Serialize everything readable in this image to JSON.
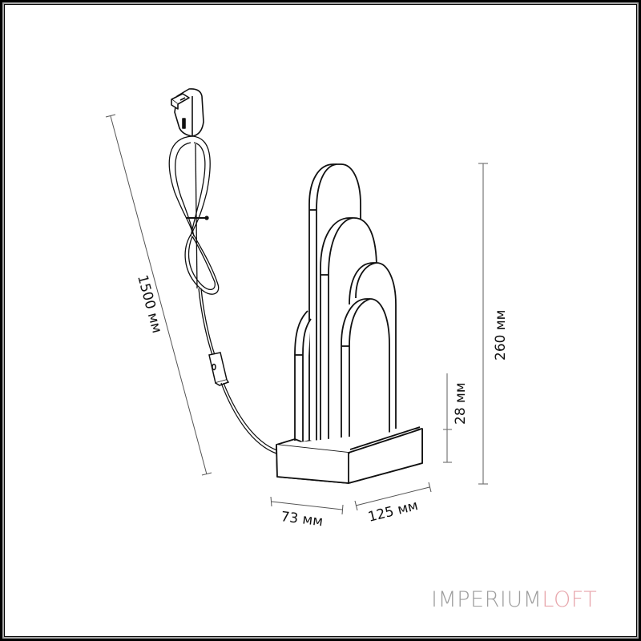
{
  "figure": {
    "subject": "table lamp dimension drawing",
    "dimensions": {
      "cord_length": "1500 мм",
      "height": "260 мм",
      "base_height": "28 мм",
      "base_depth": "73 мм",
      "base_width": "125 мм"
    }
  },
  "brand": {
    "part1": "IMPERIUM",
    "part2": "LOFT",
    "color1": "#9e9e9e",
    "color2": "#e8a7ad"
  },
  "frame": {
    "outer_color": "#000000",
    "mid_color": "#a6a6a6"
  }
}
